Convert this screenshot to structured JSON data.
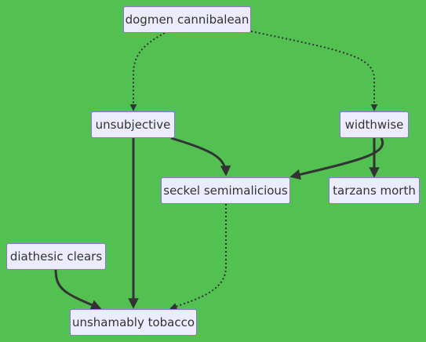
{
  "diagram": {
    "nodes": {
      "dogmen": "dogmen cannibalean",
      "unsubjective": "unsubjective",
      "widthwise": "widthwise",
      "seckel": "seckel semimalicious",
      "tarzans": "tarzans morth",
      "diathesic": "diathesic clears",
      "unshamably": "unshamably tobacco"
    },
    "edges": [
      {
        "from": "dogmen cannibalean",
        "to": "unsubjective",
        "style": "dotted"
      },
      {
        "from": "dogmen cannibalean",
        "to": "widthwise",
        "style": "dotted"
      },
      {
        "from": "unsubjective",
        "to": "seckel semimalicious",
        "style": "solid"
      },
      {
        "from": "unsubjective",
        "to": "unshamably tobacco",
        "style": "solid"
      },
      {
        "from": "widthwise",
        "to": "seckel semimalicious",
        "style": "solid"
      },
      {
        "from": "widthwise",
        "to": "tarzans morth",
        "style": "solid"
      },
      {
        "from": "seckel semimalicious",
        "to": "unshamably tobacco",
        "style": "dotted"
      },
      {
        "from": "diathesic clears",
        "to": "unshamably tobacco",
        "style": "solid"
      }
    ],
    "colors": {
      "background": "#52c152",
      "node_fill": "#ececfe",
      "node_border": "#9370db",
      "edge": "#333333",
      "text": "#333333"
    }
  }
}
